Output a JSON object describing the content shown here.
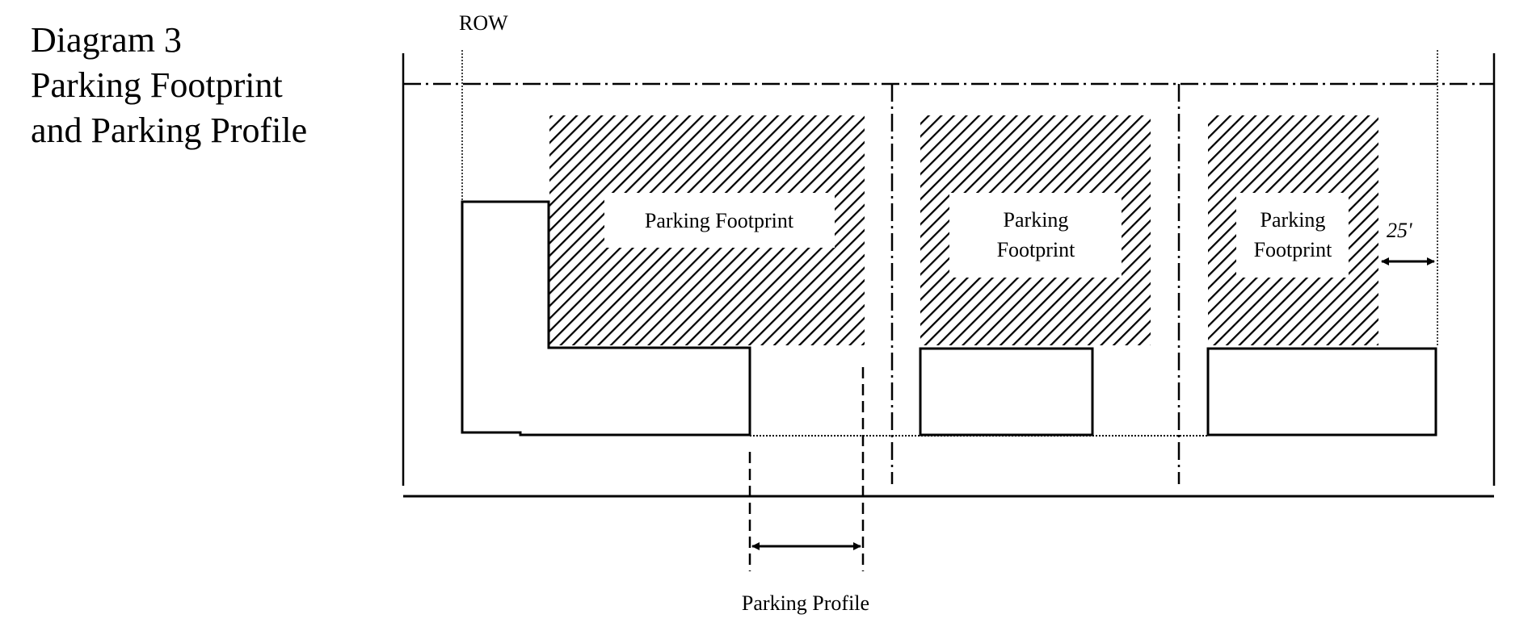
{
  "title": {
    "lines": [
      "Diagram 3",
      "Parking Footprint",
      "and Parking Profile"
    ]
  },
  "diagram": {
    "row_label": "ROW",
    "lots": [
      {
        "footprint_label_lines": [
          "Parking Footprint"
        ]
      },
      {
        "footprint_label_lines": [
          "Parking",
          "Footprint"
        ]
      },
      {
        "footprint_label_lines": [
          "Parking",
          "Footprint"
        ]
      }
    ],
    "setback_dimension": "25'",
    "profile_label": "Parking Profile"
  }
}
